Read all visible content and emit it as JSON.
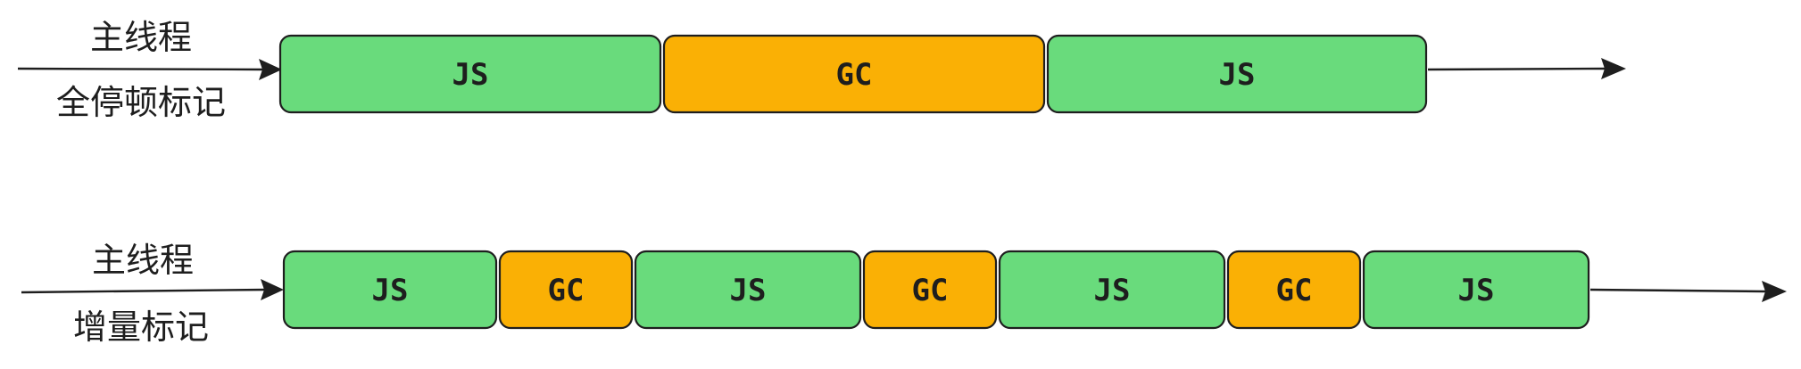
{
  "colors": {
    "js": "#69db7c",
    "gc": "#fab005",
    "stroke": "#1e1e1e"
  },
  "rows": [
    {
      "thread_label": "主线程",
      "mode_label": "全停顿标记",
      "blocks": [
        {
          "label": "JS",
          "kind": "js"
        },
        {
          "label": "GC",
          "kind": "gc"
        },
        {
          "label": "JS",
          "kind": "js"
        }
      ]
    },
    {
      "thread_label": "主线程",
      "mode_label": "增量标记",
      "blocks": [
        {
          "label": "JS",
          "kind": "js"
        },
        {
          "label": "GC",
          "kind": "gc"
        },
        {
          "label": "JS",
          "kind": "js"
        },
        {
          "label": "GC",
          "kind": "gc"
        },
        {
          "label": "JS",
          "kind": "js"
        },
        {
          "label": "GC",
          "kind": "gc"
        },
        {
          "label": "JS",
          "kind": "js"
        }
      ]
    }
  ]
}
